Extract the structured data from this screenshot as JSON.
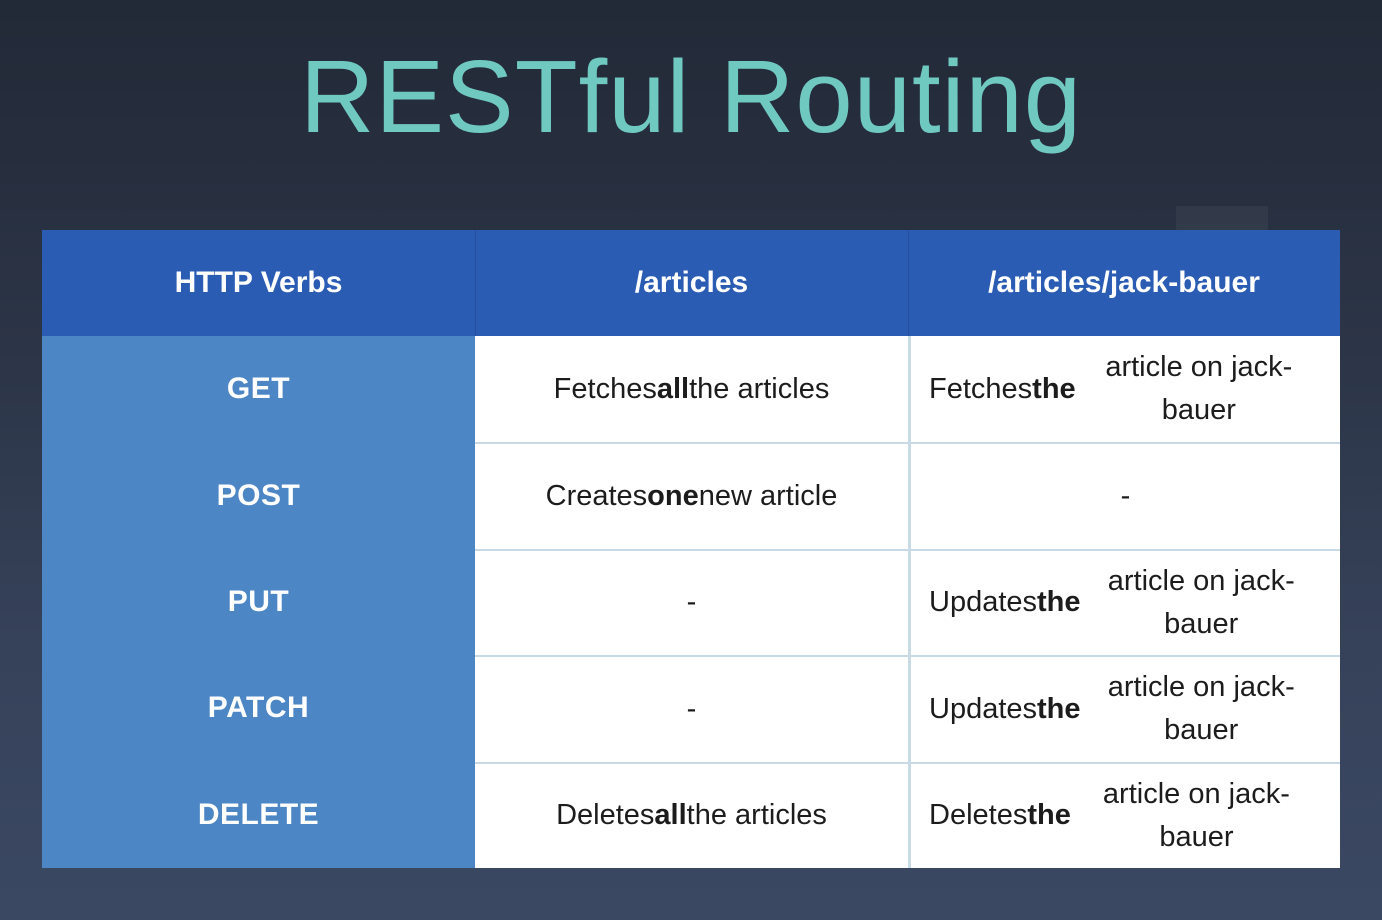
{
  "title": "RESTful Routing",
  "colors": {
    "background_top": "#222937",
    "background_bottom": "#3b4862",
    "title_text": "#70c9c1",
    "header_bg": "#2b5cb3",
    "verb_column_bg": "#4d86c4",
    "cell_bg": "#ffffff",
    "cell_text": "#1c1c1c",
    "cell_divider": "#c7dae5",
    "header_text": "#ffffff"
  },
  "table": {
    "headers": [
      "HTTP Verbs",
      "/articles",
      "/articles/jack-bauer"
    ],
    "rows": [
      {
        "verb": "GET",
        "cells": [
          [
            {
              "text": "Fetches "
            },
            {
              "text": "all",
              "bold": true
            },
            {
              "text": " the articles"
            }
          ],
          [
            {
              "text": "Fetches "
            },
            {
              "text": "the",
              "bold": true
            },
            {
              "text": " article on jack-bauer"
            }
          ]
        ]
      },
      {
        "verb": "POST",
        "cells": [
          [
            {
              "text": "Creates "
            },
            {
              "text": "one",
              "bold": true
            },
            {
              "text": " new article"
            }
          ],
          [
            {
              "text": "-"
            }
          ]
        ]
      },
      {
        "verb": "PUT",
        "cells": [
          [
            {
              "text": "-"
            }
          ],
          [
            {
              "text": "Updates "
            },
            {
              "text": "the",
              "bold": true
            },
            {
              "text": " article on jack-bauer"
            }
          ]
        ]
      },
      {
        "verb": "PATCH",
        "cells": [
          [
            {
              "text": "-"
            }
          ],
          [
            {
              "text": "Updates "
            },
            {
              "text": "the",
              "bold": true
            },
            {
              "text": " article on jack-bauer"
            }
          ]
        ]
      },
      {
        "verb": "DELETE",
        "cells": [
          [
            {
              "text": "Deletes "
            },
            {
              "text": "all",
              "bold": true
            },
            {
              "text": " the articles"
            }
          ],
          [
            {
              "text": "Deletes "
            },
            {
              "text": "the",
              "bold": true
            },
            {
              "text": " article on jack-bauer"
            }
          ]
        ]
      }
    ]
  }
}
